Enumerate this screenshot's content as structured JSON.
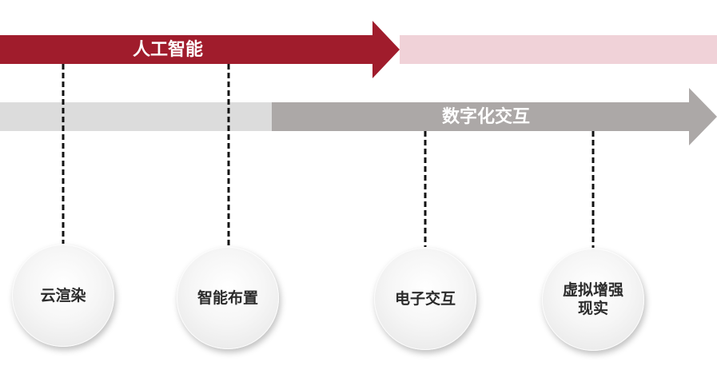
{
  "bands": {
    "ai": {
      "label": "人工智能",
      "color": "#a01c2c",
      "tail_color": "#f0d2d8"
    },
    "digital": {
      "label": "数字化交互",
      "color": "#aca8a7",
      "tail_color": "#dcdcdc"
    }
  },
  "connector_color": "#111111",
  "nodes": [
    {
      "label": "云渲染",
      "band": "ai"
    },
    {
      "label": "智能布置",
      "band": "ai"
    },
    {
      "label": "电子交互",
      "band": "digital"
    },
    {
      "label": "虚拟增强现实",
      "band": "digital"
    }
  ]
}
